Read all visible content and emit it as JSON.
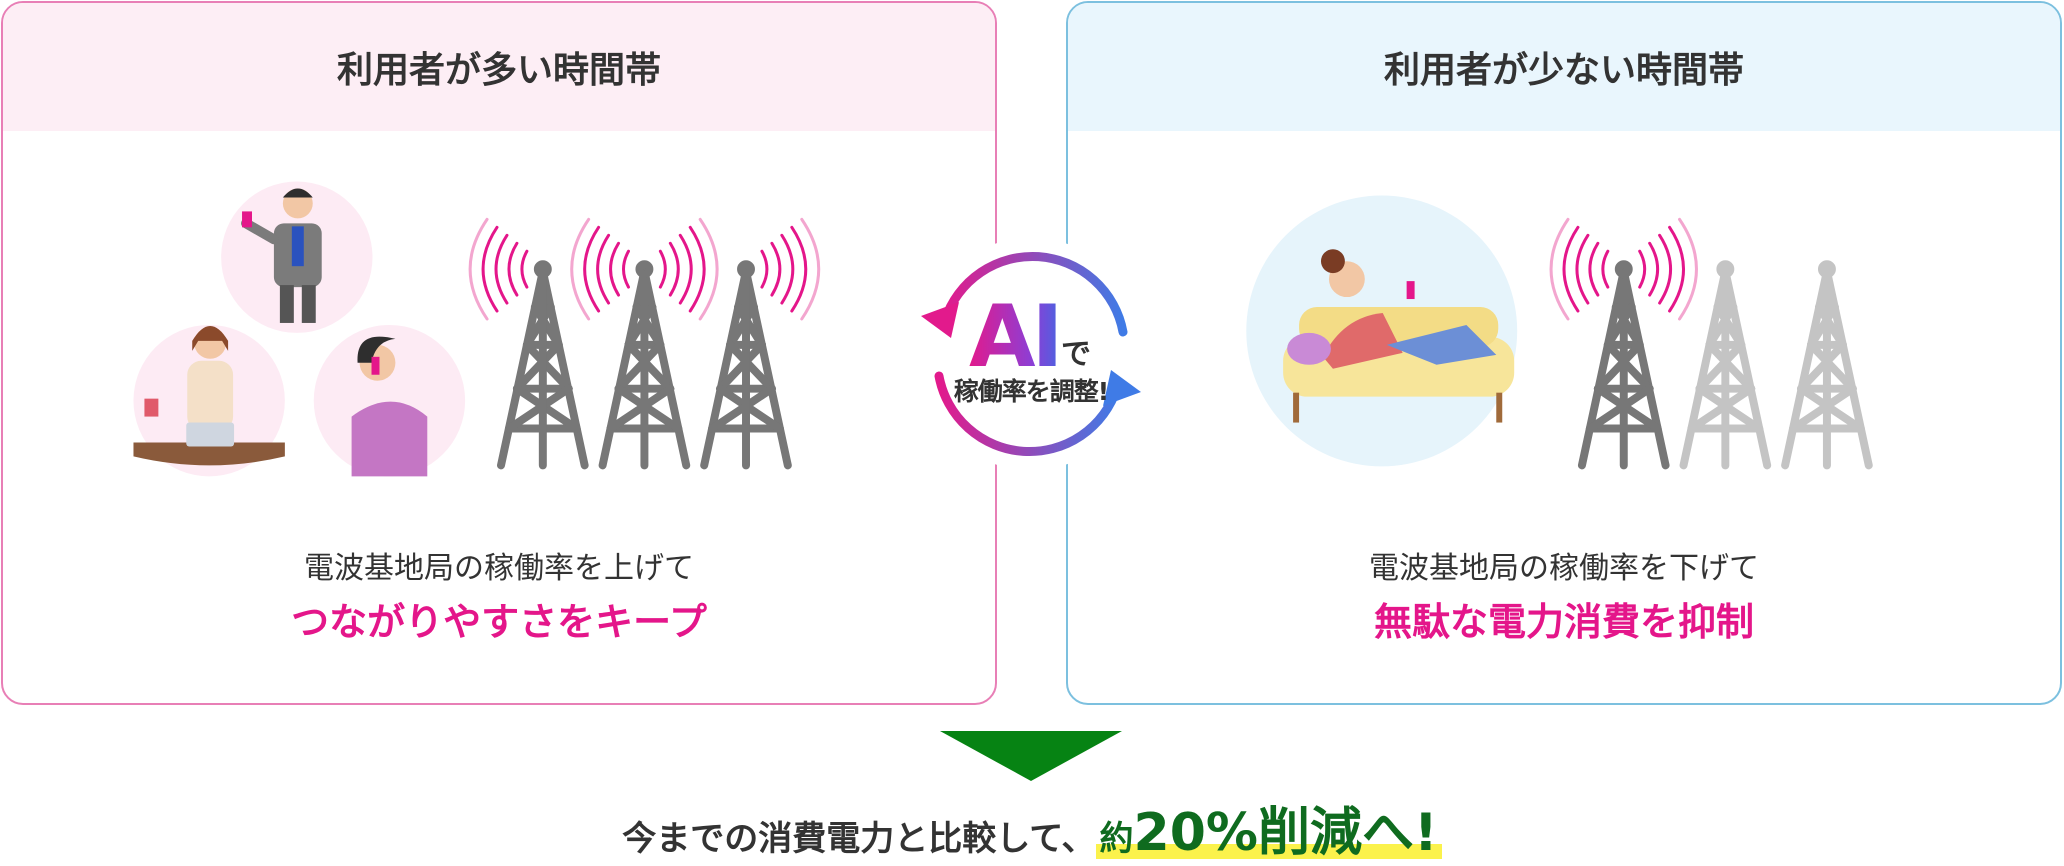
{
  "left_panel": {
    "title": "利用者が多い時間帯",
    "description": "電波基地局の稼働率を上げて",
    "emphasis": "つながりやすさをキープ"
  },
  "right_panel": {
    "title": "利用者が少ない時間帯",
    "description": "電波基地局の稼働率を下げて",
    "emphasis": "無駄な電力消費を抑制"
  },
  "ai_badge": {
    "main": "AI",
    "particle": "で",
    "sub": "稼働率を調整!"
  },
  "summary": {
    "prefix": "今までの消費電力と比較して、",
    "highlight_small": "約",
    "highlight_big": "20%削減へ!"
  },
  "colors": {
    "pink_accent": "#e4168a",
    "pink_border": "#e87fb6",
    "blue_border": "#7cc0df",
    "green_arrow": "#068313",
    "highlight_yellow": "#fbf24c"
  }
}
